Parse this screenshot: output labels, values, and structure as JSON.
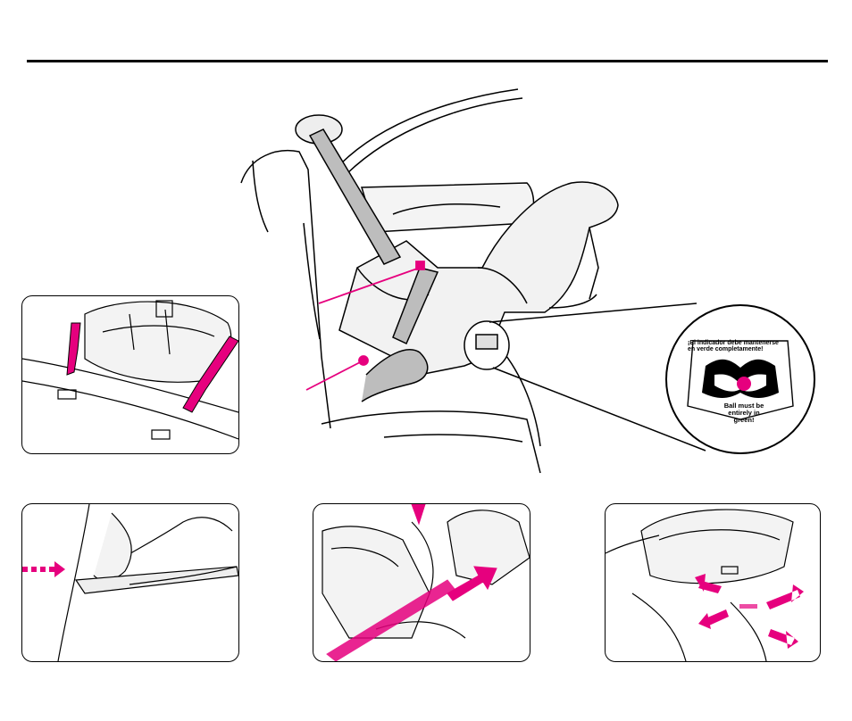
{
  "callout": {
    "text_es": "¡El indicador debe mantenerse en verde completamente!",
    "text_en": "Ball must be entirely in green!"
  },
  "icons": [
    "car-seat-illustration",
    "latch-connector-illustration",
    "push-arrow-icon",
    "tighten-arrow-icon",
    "rock-test-arrows-icon",
    "level-indicator-icon"
  ],
  "colors": {
    "accent": "#e6007e",
    "ink": "#000000",
    "shade": "#d9d9d9"
  }
}
